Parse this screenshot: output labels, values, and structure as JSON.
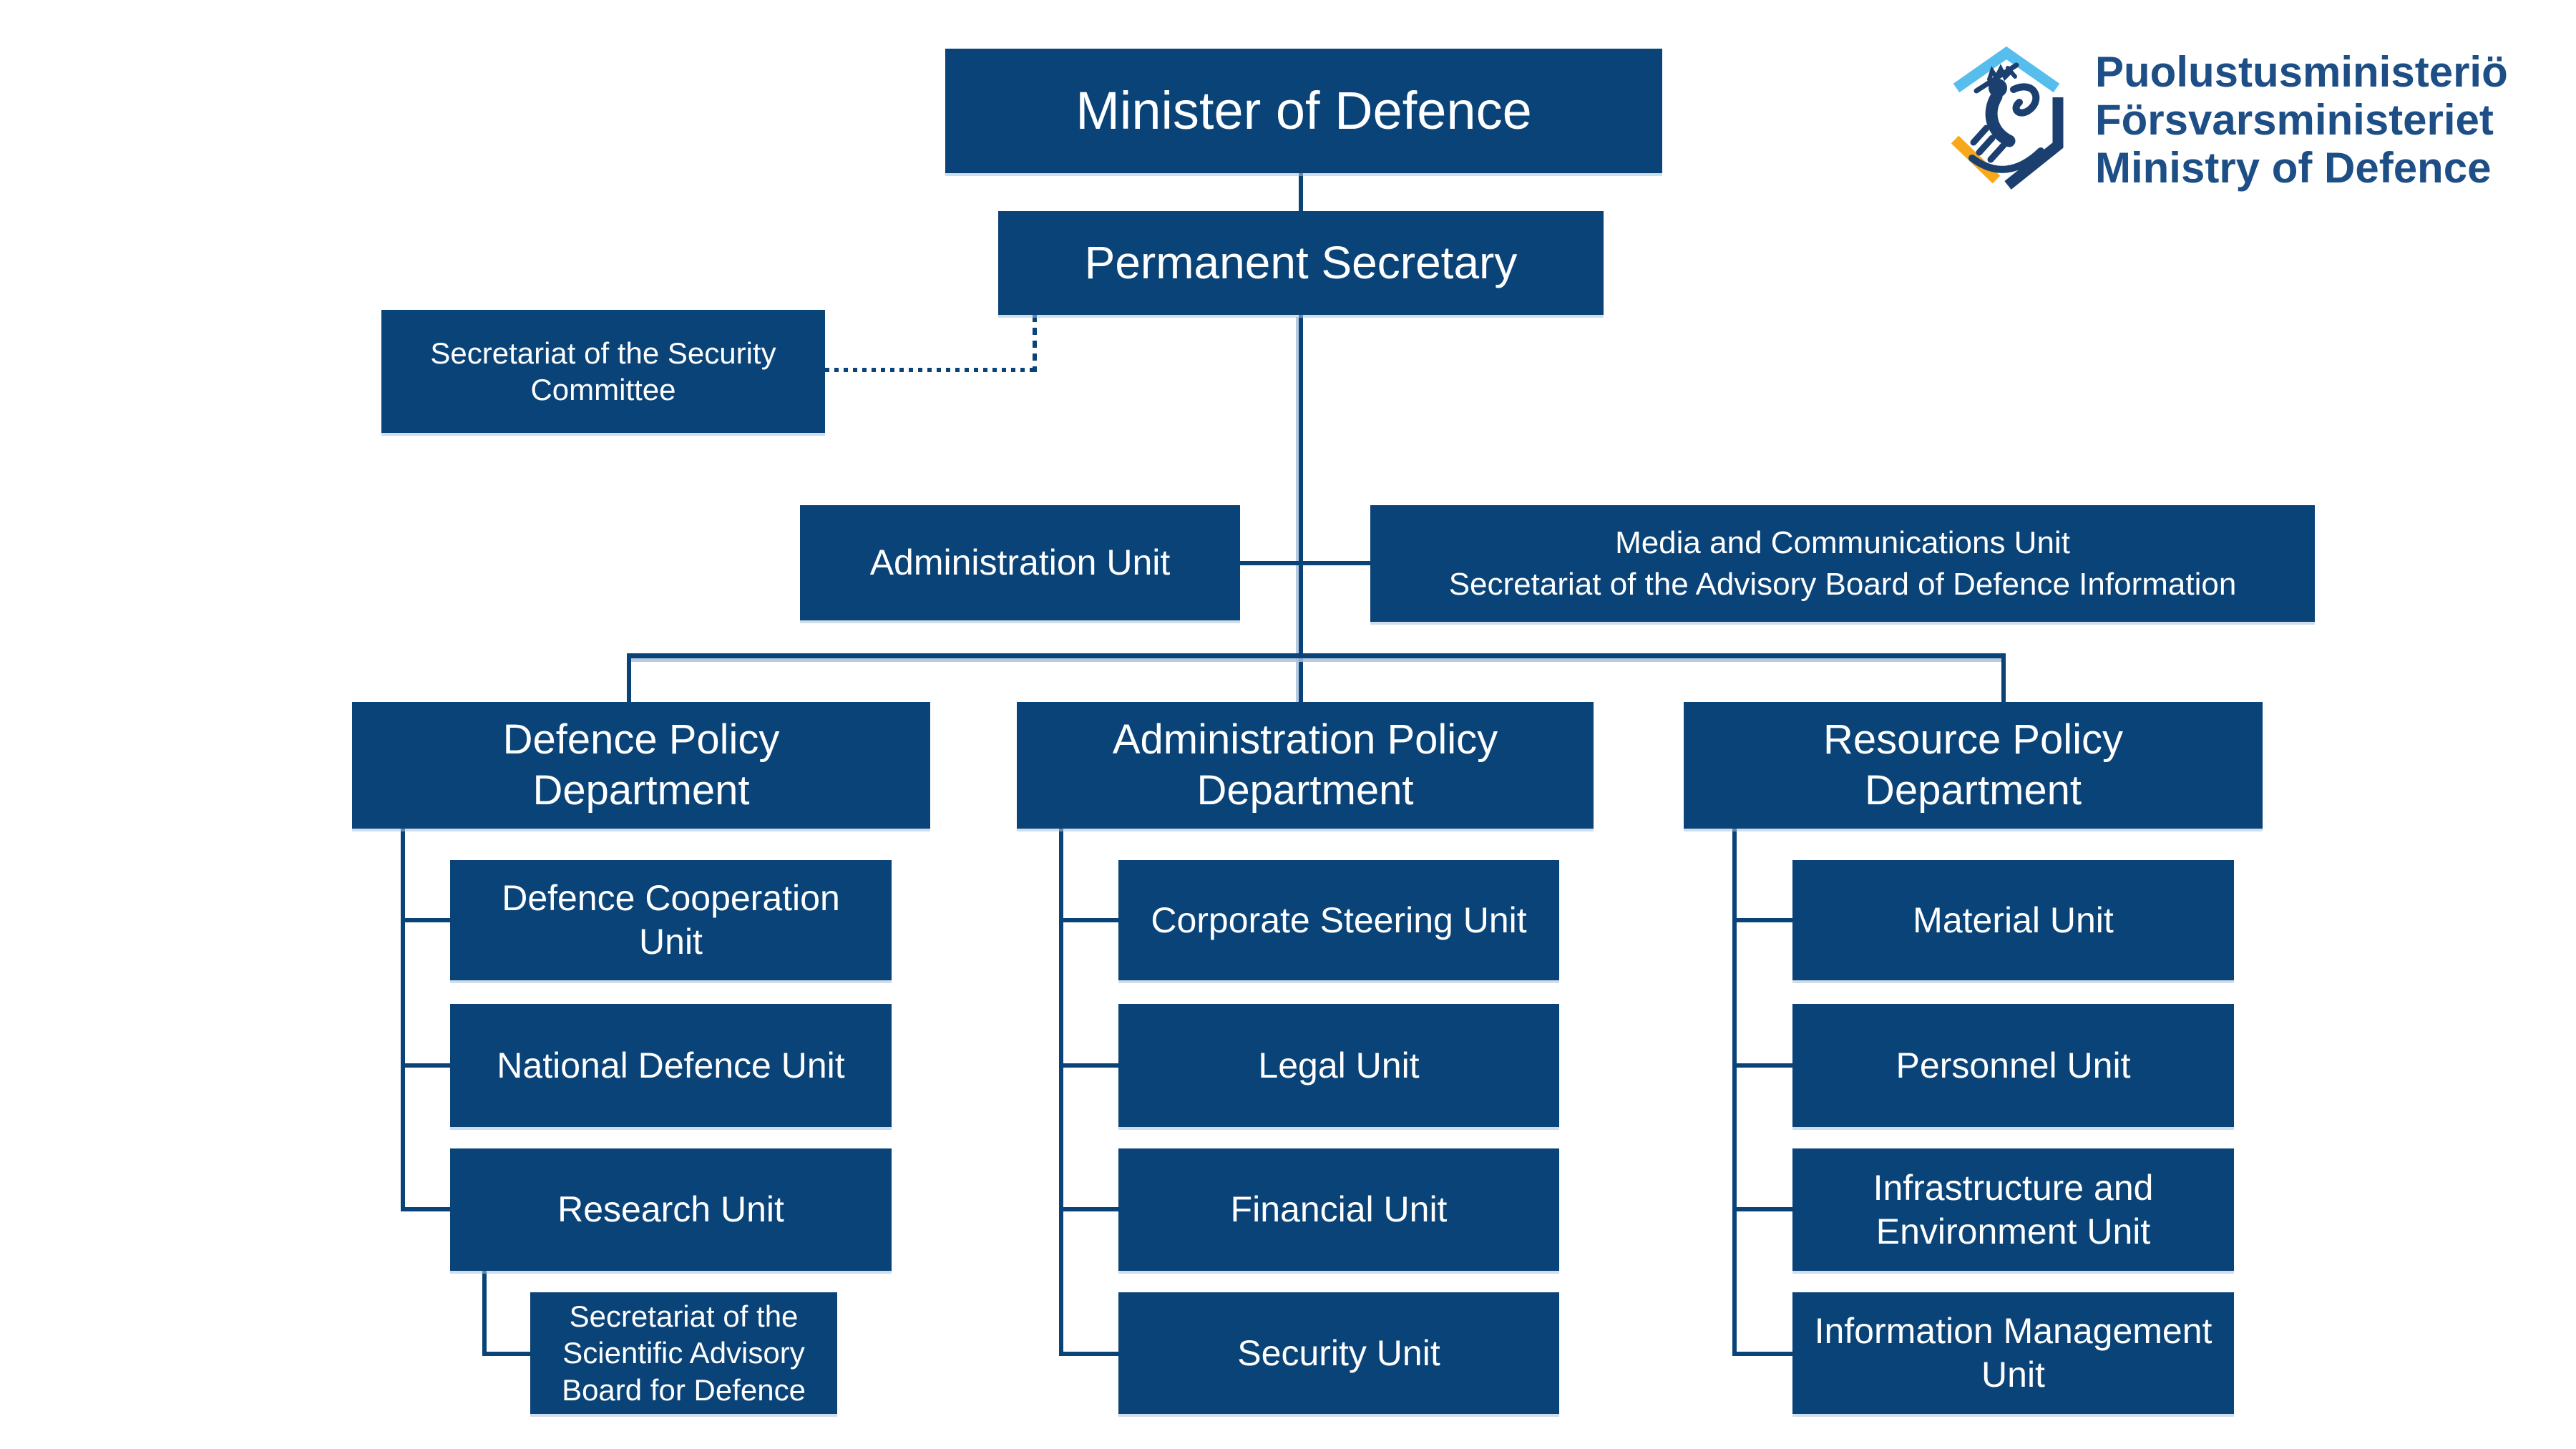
{
  "title": "Ministry of Defence organisation chart",
  "colors": {
    "box_fill": "#0a4378",
    "connector": "#0a4378",
    "connector_shadow": "#a9c1dc",
    "box_text": "#ffffff",
    "background": "#ffffff",
    "logo_text": "#1d4e85",
    "logo_light_blue": "#56bdec",
    "logo_orange": "#f8a81b",
    "logo_navy": "#1b4070"
  },
  "logo": {
    "line1": "Puolustusministeriö",
    "line2": "Försvarsministeriet",
    "line3": "Ministry of Defence",
    "emblem": "finnish-lion-shield"
  },
  "nodes": {
    "minister": {
      "label": "Minister of Defence"
    },
    "permanent_secretary": {
      "label": "Permanent Secretary"
    },
    "security_committee": {
      "lines": [
        "Secretariat of the Security",
        "Committee"
      ]
    },
    "administration_unit": {
      "label": "Administration Unit"
    },
    "media_unit": {
      "lines": [
        "Media and Communications Unit",
        "Secretariat of the Advisory Board of Defence Information"
      ]
    },
    "defence_policy_department": {
      "lines": [
        "Defence Policy",
        "Department"
      ]
    },
    "administration_policy_department": {
      "lines": [
        "Administration Policy",
        "Department"
      ]
    },
    "resource_policy_department": {
      "lines": [
        "Resource Policy",
        "Department"
      ]
    },
    "defence_cooperation_unit": {
      "lines": [
        "Defence Cooperation",
        "Unit"
      ]
    },
    "national_defence_unit": {
      "label": "National Defence Unit"
    },
    "research_unit": {
      "label": "Research Unit"
    },
    "scientific_advisory_secretariat": {
      "lines": [
        "Secretariat of the",
        "Scientific Advisory",
        "Board for Defence"
      ]
    },
    "corporate_steering_unit": {
      "label": "Corporate Steering Unit"
    },
    "legal_unit": {
      "label": "Legal Unit"
    },
    "financial_unit": {
      "label": "Financial Unit"
    },
    "security_unit": {
      "label": "Security Unit"
    },
    "material_unit": {
      "label": "Material Unit"
    },
    "personnel_unit": {
      "label": "Personnel Unit"
    },
    "infrastructure_environment_unit": {
      "lines": [
        "Infrastructure and",
        "Environment Unit"
      ]
    },
    "information_management_unit": {
      "lines": [
        "Information Management",
        "Unit"
      ]
    }
  }
}
